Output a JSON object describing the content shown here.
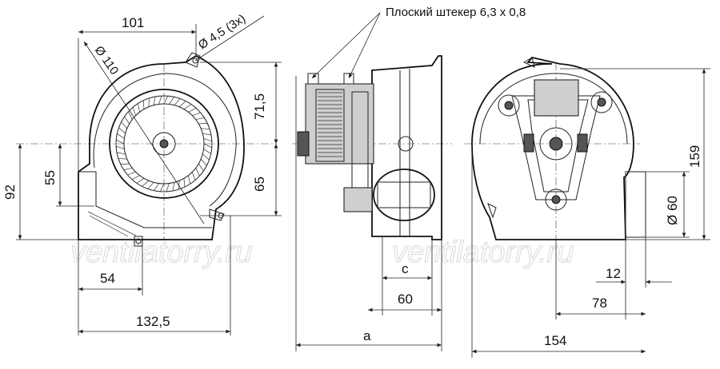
{
  "callout": {
    "connector": "Плоский штекер 6,3 х 0,8"
  },
  "watermarks": [
    "ventilatorry.ru",
    "ventilatorry.ru"
  ],
  "dims": {
    "d101": "101",
    "hole": "Ø 4,5 (3x)",
    "dia110": "Ø 110",
    "d715": "71,5",
    "d55": "55",
    "d92": "92",
    "d65": "65",
    "d54": "54",
    "d1325": "132,5",
    "dc": "c",
    "d60": "60",
    "da": "a",
    "d159": "159",
    "dia60": "Ø 60",
    "d12": "12",
    "d78": "78",
    "d154": "154"
  }
}
